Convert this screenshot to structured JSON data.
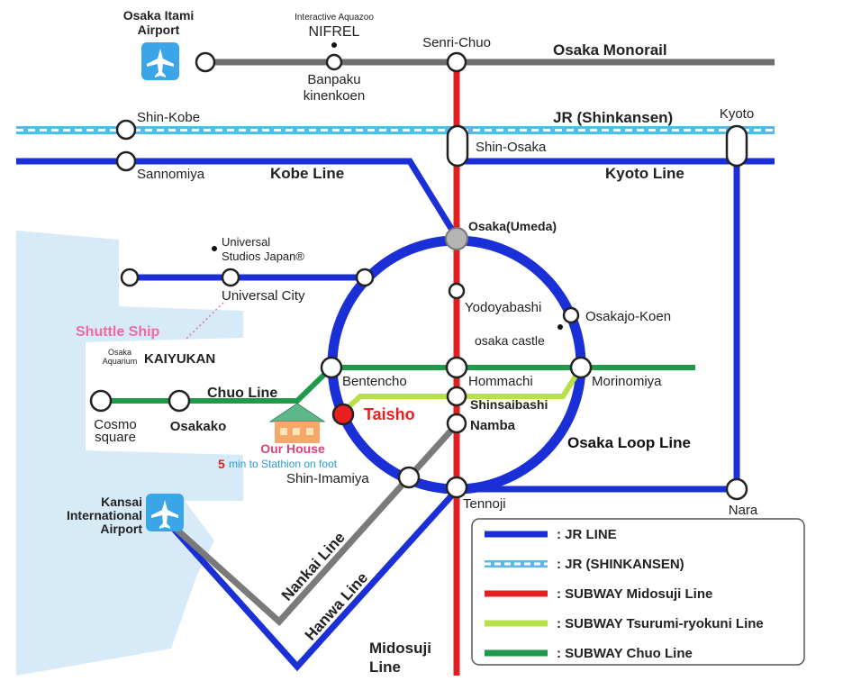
{
  "airports": {
    "itami": [
      "Osaka Itami",
      "Airport"
    ],
    "kansai": [
      "Kansai",
      "International",
      "Airport"
    ]
  },
  "lines": {
    "monorail": "Osaka Monorail",
    "shinkansen": "JR (Shinkansen)",
    "kobe": "Kobe Line",
    "kyoto": "Kyoto Line",
    "chuo": "Chuo Line",
    "loop": "Osaka Loop Line",
    "nankai": "Nankai Line",
    "hanwa": "Hanwa Line",
    "midosuji": [
      "Midosuji",
      "Line"
    ]
  },
  "stations": {
    "senri_chuo": "Senri-Chuo",
    "banpaku": [
      "Banpaku",
      "kinenkoen"
    ],
    "shin_kobe": "Shin-Kobe",
    "kyoto": "Kyoto",
    "shin_osaka": "Shin-Osaka",
    "sannomiya": "Sannomiya",
    "osaka_umeda": "Osaka(Umeda)",
    "universal_city": "Universal City",
    "yodoyabashi": "Yodoyabashi",
    "osakajo_koen": "Osakajo-Koen",
    "bentencho": "Bentencho",
    "hommachi": "Hommachi",
    "morinomiya": "Morinomiya",
    "shinsaibashi": "Shinsaibashi",
    "namba": "Namba",
    "taisho": "Taisho",
    "osakako": "Osakako",
    "cosmo_square": [
      "Cosmo",
      "square"
    ],
    "shin_imamiya": "Shin-Imamiya",
    "tennoji": "Tennoji",
    "nara": "Nara"
  },
  "landmarks": {
    "nifrel_caption": "Interactive Aquazoo",
    "nifrel": "NIFREL",
    "usj": [
      "Universal",
      "Studios Japan®"
    ],
    "osaka_castle": "osaka castle",
    "shuttle_ship": "Shuttle Ship",
    "aquarium_small": [
      "Osaka",
      "Aquarium"
    ],
    "kaiyukan": "KAIYUKAN",
    "our_house": "Our House",
    "walk_minutes": "5",
    "walk_text": "min to Stathion on foot"
  },
  "legend": [
    {
      "label": ": JR LINE",
      "color": "#1a2fd6",
      "style": "solid"
    },
    {
      "label": ": JR (SHINKANSEN)",
      "color": "#5ab8e8",
      "style": "dashed"
    },
    {
      "label": ": SUBWAY Midosuji Line",
      "color": "#e02020",
      "style": "solid"
    },
    {
      "label": ": SUBWAY Tsurumi-ryokuni Line",
      "color": "#b8e04a",
      "style": "solid"
    },
    {
      "label": ": SUBWAY Chuo Line",
      "color": "#1e9a4a",
      "style": "solid"
    }
  ],
  "colors": {
    "jr": "#1a2fd6",
    "shinkansen": "#5ab8e8",
    "midosuji": "#e02020",
    "tsurumi": "#b8e04a",
    "chuo": "#1e9a4a",
    "monorail": "#6e6e6e",
    "nankai": "#7a7a7a",
    "sea": "#d6eaf8",
    "airport": "#3aa6e8",
    "shuttle": "#f06aa0",
    "our_house_text": "#e0407a",
    "walk_text": "#2a9ad6",
    "taisho": "#e82020"
  }
}
